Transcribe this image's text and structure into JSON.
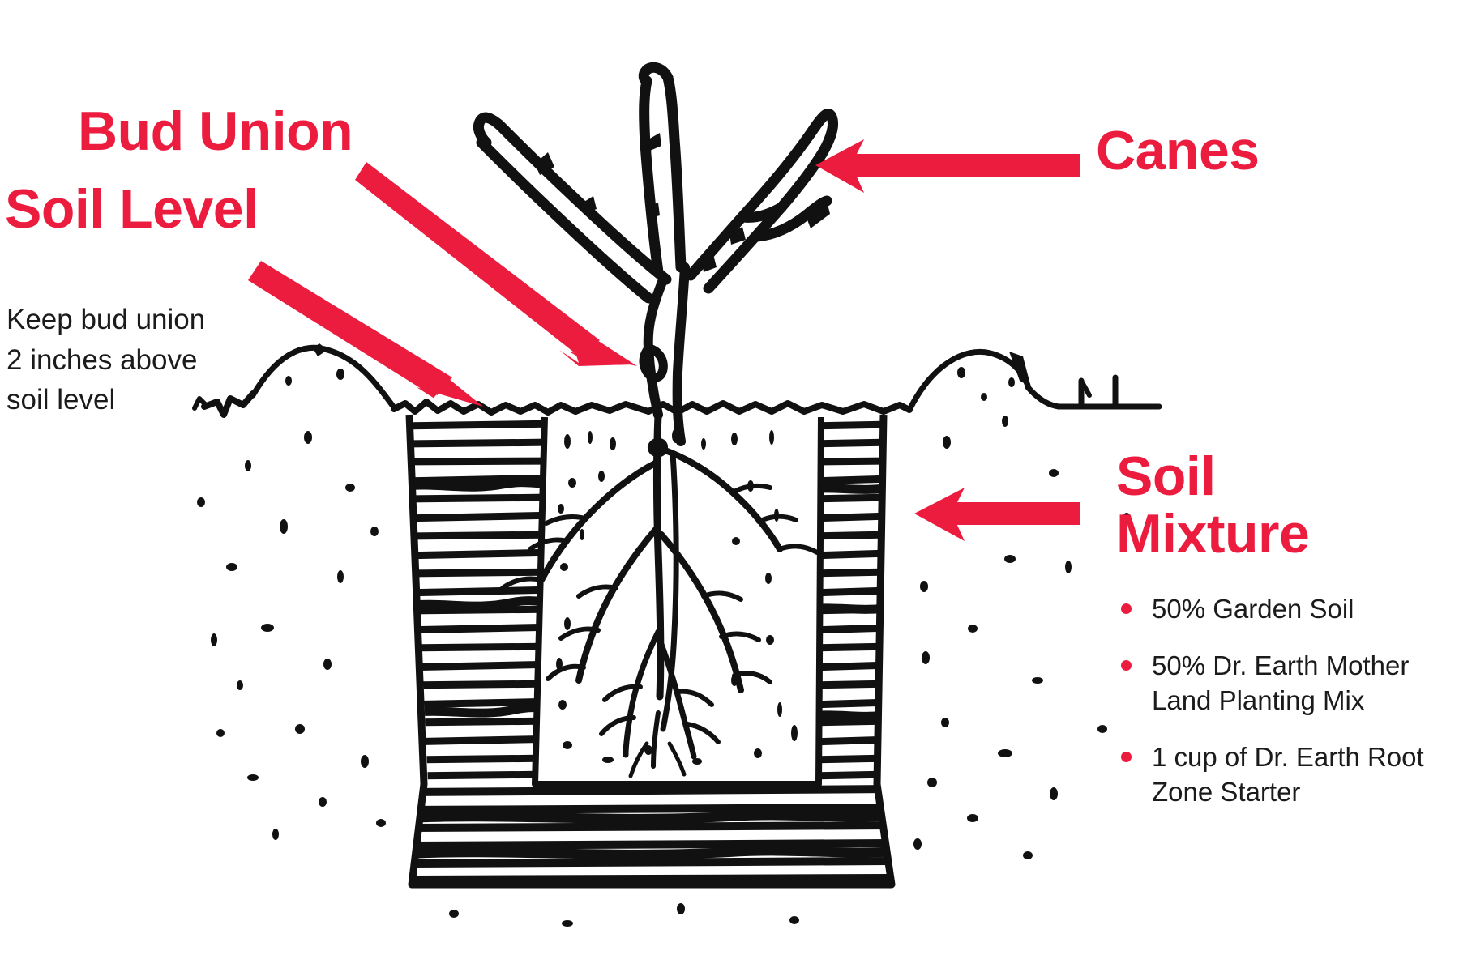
{
  "diagram": {
    "title": "Rose Planting Diagram",
    "accent_color": "#EC1C3F",
    "ink_color": "#000000",
    "text_color": "#1b1b1b",
    "background": "#ffffff"
  },
  "labels": {
    "bud_union": "Bud Union",
    "soil_level": "Soil Level",
    "canes": "Canes",
    "soil_mixture_line1": "Soil",
    "soil_mixture_line2": "Mixture",
    "soil_level_note": "Keep bud union\n2 inches above\nsoil level"
  },
  "soil_mixture_items": [
    "50% Garden Soil",
    "50% Dr. Earth Mother Land Planting Mix",
    "1 cup of Dr. Earth Root Zone Starter"
  ],
  "arrows": [
    {
      "name": "bud-union-arrow",
      "direction": "diagonal-down-right",
      "points_to": "bud union on rose stem"
    },
    {
      "name": "soil-level-arrow",
      "direction": "diagonal-down-right",
      "points_to": "soil surface line"
    },
    {
      "name": "canes-arrow",
      "direction": "left",
      "points_to": "rose canes"
    },
    {
      "name": "soil-mixture-arrow",
      "direction": "left",
      "points_to": "backfill soil in planting hole"
    }
  ],
  "illustration": {
    "name": "rose-planting-cross-section",
    "parts": [
      "canes",
      "bud-union",
      "stem",
      "roots",
      "planting-hole",
      "soil-mound-left",
      "soil-mound-right",
      "backfill-hatching",
      "soil-speckles"
    ]
  }
}
